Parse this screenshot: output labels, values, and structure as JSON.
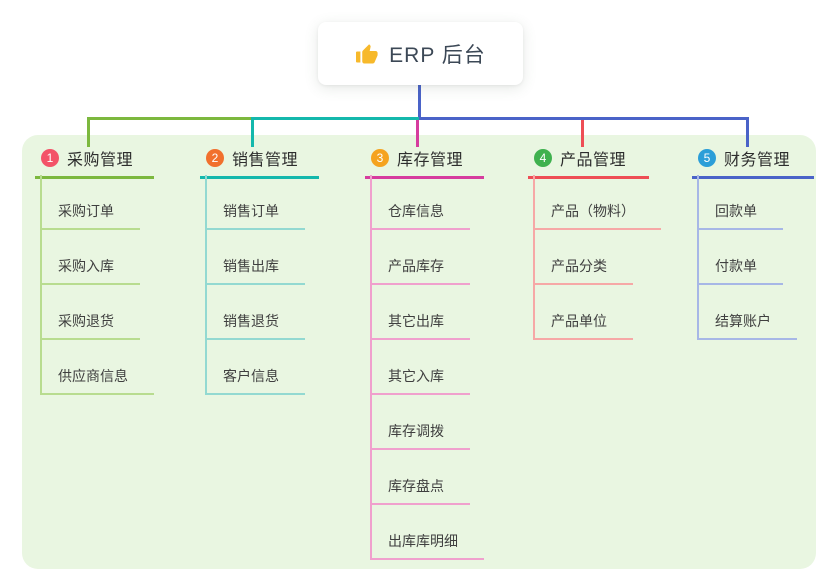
{
  "root": {
    "icon": "thumbs-up",
    "label": "ERP 后台"
  },
  "colors": {
    "page_bg": "#ffffff",
    "panel_bg": "#e9f6e1",
    "root_line": "#4a63c8",
    "root_text": "#3c4856",
    "thumb_icon": "#f7b92b"
  },
  "branches": [
    {
      "badge": "1",
      "label": "采购管理",
      "badge_color": "#f35368",
      "line_color": "#7cb83e",
      "sub_line_color": "#b8dc8f",
      "children": [
        "采购订单",
        "采购入库",
        "采购退货",
        "供应商信息"
      ]
    },
    {
      "badge": "2",
      "label": "销售管理",
      "badge_color": "#f1702d",
      "line_color": "#14b8ac",
      "sub_line_color": "#93d9d1",
      "children": [
        "销售订单",
        "销售出库",
        "销售退货",
        "客户信息"
      ]
    },
    {
      "badge": "3",
      "label": "库存管理",
      "badge_color": "#f5a31f",
      "line_color": "#d63c9e",
      "sub_line_color": "#f0a0cd",
      "children": [
        "仓库信息",
        "产品库存",
        "其它出库",
        "其它入库",
        "库存调拨",
        "库存盘点",
        "出库库明细"
      ]
    },
    {
      "badge": "4",
      "label": "产品管理",
      "badge_color": "#3fb14e",
      "line_color": "#ee4e55",
      "sub_line_color": "#f6a8a6",
      "children": [
        "产品（物料）",
        "产品分类",
        "产品单位"
      ]
    },
    {
      "badge": "5",
      "label": "财务管理",
      "badge_color": "#2b9ed8",
      "line_color": "#4a63c8",
      "sub_line_color": "#a7b7e6",
      "children": [
        "回款单",
        "付款单",
        "结算账户"
      ]
    }
  ]
}
